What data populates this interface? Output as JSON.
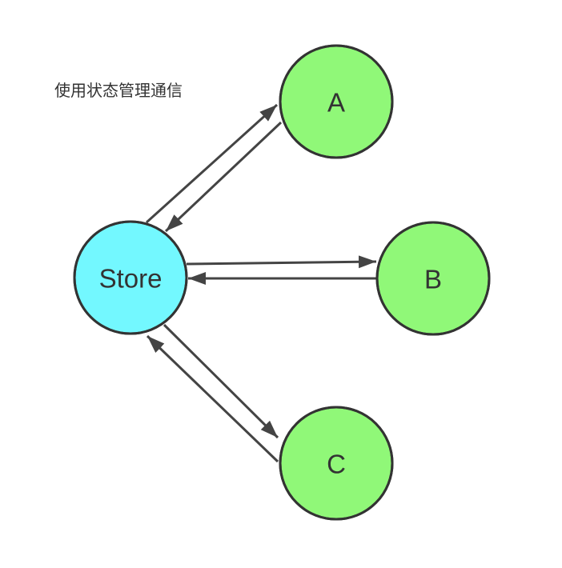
{
  "title": "使用状态管理通信",
  "colors": {
    "store_fill": "#73F8FF",
    "client_fill": "#90F878",
    "stroke": "#333333",
    "arrow": "#444444",
    "text": "#333333"
  },
  "nodes": {
    "store": {
      "label": "Store"
    },
    "a": {
      "label": "A"
    },
    "b": {
      "label": "B"
    },
    "c": {
      "label": "C"
    }
  }
}
